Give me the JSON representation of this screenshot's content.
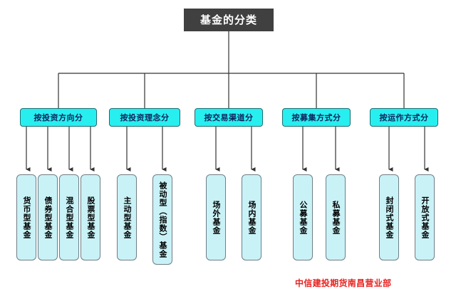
{
  "diagram": {
    "type": "tree",
    "root": {
      "label": "基金的分类",
      "fill": "#404040",
      "text_color": "#ffffff"
    },
    "category_fill": "#27eff0",
    "category_text_color": "#10235e",
    "leaf_fill": "#c9f2f7",
    "leaf_text_color": "#000000",
    "connector_color": "#333333",
    "categories": [
      {
        "label": "按投资方向分",
        "children": [
          {
            "label": "货币型基金"
          },
          {
            "label": "债券型基金"
          },
          {
            "label": "混合型基金"
          },
          {
            "label": "股票型基金"
          }
        ]
      },
      {
        "label": "按投资理念分",
        "children": [
          {
            "label": "主动型基金"
          },
          {
            "label": "被动型（指数）基金"
          }
        ]
      },
      {
        "label": "按交易渠道分",
        "children": [
          {
            "label": "场外基金"
          },
          {
            "label": "场内基金"
          }
        ]
      },
      {
        "label": "按募集方式分",
        "children": [
          {
            "label": "公募基金"
          },
          {
            "label": "私募基金"
          }
        ]
      },
      {
        "label": "按运作方式分",
        "children": [
          {
            "label": "封闭式基金"
          },
          {
            "label": "开放式基金"
          }
        ]
      }
    ]
  },
  "watermark": {
    "text": "中信建投期货南昌营业部",
    "color": "#e8221f"
  }
}
